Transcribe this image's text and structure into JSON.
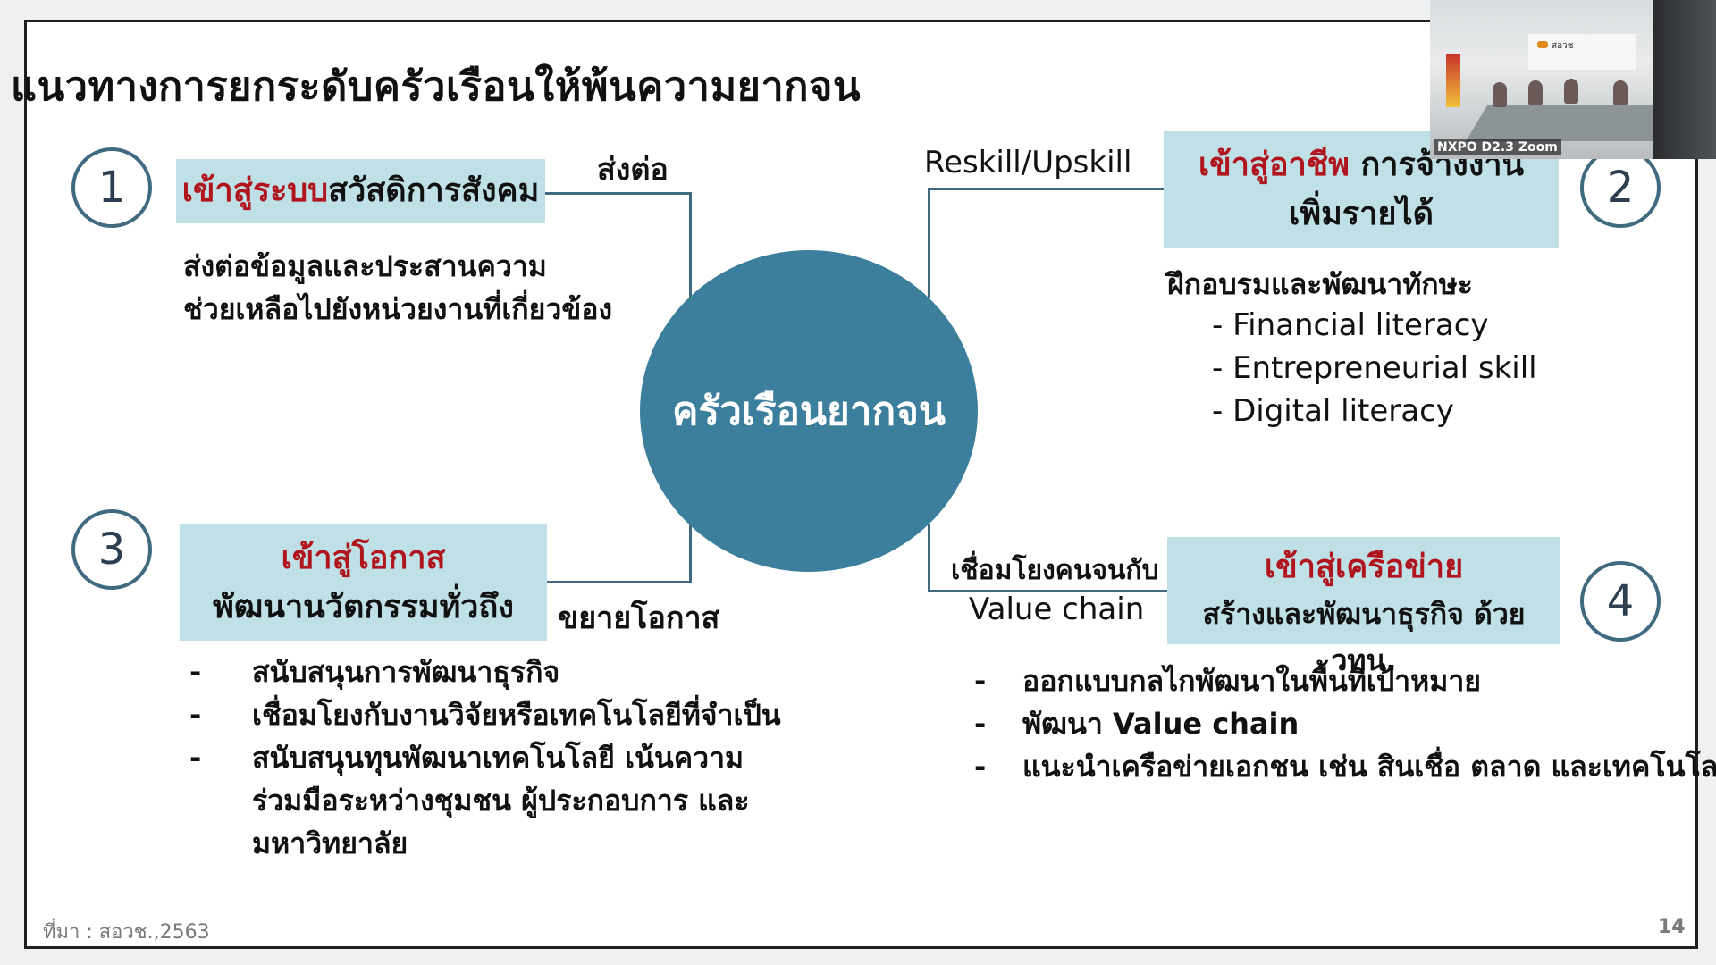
{
  "title": "แนวทางการยกระดับครัวเรือนให้พ้นความยากจน",
  "center_label": "ครัวเรือนยากจน",
  "q1": {
    "number": "1",
    "box_red": "เข้าสู่ระบบ",
    "box_rest": "สวัสดิการสังคม",
    "connector": "ส่งต่อ",
    "desc_lines": [
      "ส่งต่อข้อมูลและประสานความ",
      "ช่วยเหลือไปยังหน่วยงานที่เกี่ยวข้อง"
    ]
  },
  "q2": {
    "number": "2",
    "box_red": "เข้าสู่อาชีพ",
    "box_rest": " การจ้างงาน",
    "box_line2": "เพิ่มรายได้",
    "connector": "Reskill/Upskill",
    "heading": "ฝึกอบรมและพัฒนาทักษะ",
    "bullets": [
      "- Financial literacy",
      "- Entrepreneurial skill",
      "- Digital literacy"
    ]
  },
  "q3": {
    "number": "3",
    "box_red": "เข้าสู่โอกาส",
    "box_line2": "พัฒนานวัตกรรมทั่วถึง",
    "connector": "ขยายโอกาส",
    "bullet_dash": "-",
    "bullets": [
      "สนับสนุนการพัฒนาธุรกิจ",
      "เชื่อมโยงกับงานวิจัยหรือเทคโนโลยีที่จำเป็น",
      "สนับสนุนทุนพัฒนาเทคโนโลยี เน้นความ"
    ],
    "bullet_cont": [
      "ร่วมมือระหว่างชุมชน ผู้ประกอบการ และ",
      "มหาวิทยาลัย"
    ]
  },
  "q4": {
    "number": "4",
    "box_red": "เข้าสู่เครือข่าย",
    "box_line2": "สร้างและพัฒนาธุรกิจ ด้วย วทน.",
    "connector_line1": "เชื่อมโยงคนจนกับ",
    "connector_line2": "Value chain",
    "bullet_dash": "-",
    "bullets": [
      "ออกแบบกลไกพัฒนาในพื้นที่เป้าหมาย",
      "พัฒนา Value chain",
      "แนะนำเครือข่ายเอกชน เช่น สินเชื่อ ตลาด และเทคโนโลยี"
    ]
  },
  "source": "ที่มา : สอวช.,2563",
  "page_number": "14",
  "video": {
    "label": "NXPO D2.3 Zoom",
    "org_text": "สอวช"
  }
}
